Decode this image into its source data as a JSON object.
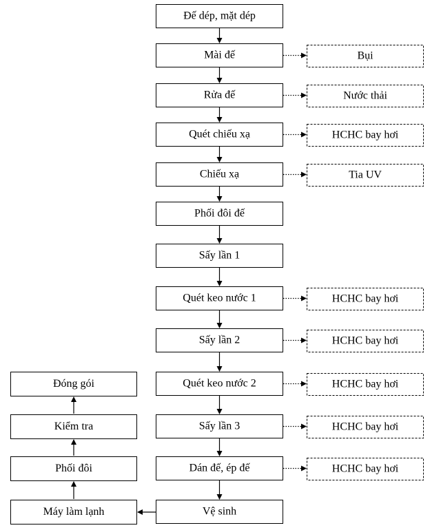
{
  "main_steps": [
    {
      "id": "de-dep-mat-dep",
      "label": "Đế dép, mặt dép"
    },
    {
      "id": "mai-de",
      "label": "Mài đế",
      "emission": "Bụi"
    },
    {
      "id": "rua-de",
      "label": "Rửa đế",
      "emission": "Nước thải"
    },
    {
      "id": "quet-chieu-xa",
      "label": "Quét chiếu xạ",
      "emission": "HCHC bay hơi"
    },
    {
      "id": "chieu-xa",
      "label": "Chiếu xạ",
      "emission": "Tia UV"
    },
    {
      "id": "phoi-doi-de",
      "label": "Phối đôi đế"
    },
    {
      "id": "say-lan-1",
      "label": "Sấy lần 1"
    },
    {
      "id": "quet-keo-nuoc-1",
      "label": "Quét keo nước 1",
      "emission": "HCHC bay hơi"
    },
    {
      "id": "say-lan-2",
      "label": "Sấy lần 2",
      "emission": "HCHC bay hơi"
    },
    {
      "id": "quet-keo-nuoc-2",
      "label": "Quét keo nước 2",
      "emission": "HCHC bay hơi"
    },
    {
      "id": "say-lan-3",
      "label": "Sấy lần 3",
      "emission": "HCHC bay hơi"
    },
    {
      "id": "dan-de-ep-de",
      "label": "Dán đế, ép đế",
      "emission": "HCHC bay hơi"
    },
    {
      "id": "ve-sinh",
      "label": "Vệ sinh"
    }
  ],
  "return_steps": [
    {
      "id": "may-lam-lanh",
      "label": "Máy làm lạnh"
    },
    {
      "id": "phoi-doi",
      "label": "Phối đôi"
    },
    {
      "id": "kiem-tra",
      "label": "Kiểm tra"
    },
    {
      "id": "dong-goi",
      "label": "Đóng gói"
    }
  ],
  "colors": {
    "stroke": "#000000",
    "fill": "#ffffff",
    "text": "#000000"
  }
}
